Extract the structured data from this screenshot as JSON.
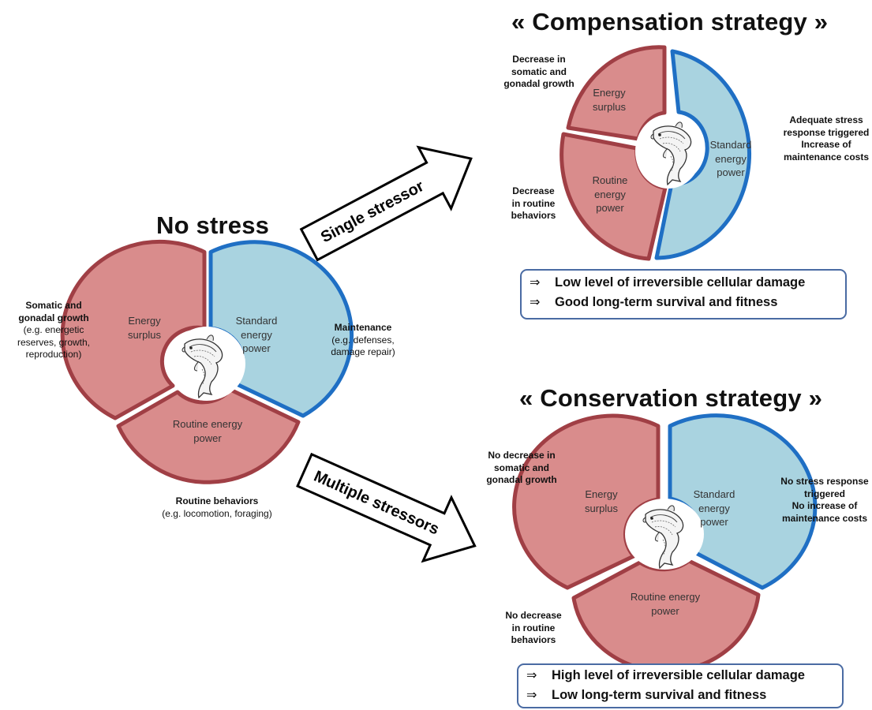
{
  "colors": {
    "red_fill": "#d98c8c",
    "red_stroke": "#a03f45",
    "blue_fill": "#a9d3e0",
    "blue_stroke": "#1f6fc4",
    "box_border": "#4a6ba3"
  },
  "center_icon": "fish-icon",
  "no_stress": {
    "title": "No stress",
    "slices": {
      "energy_surplus": [
        "Energy",
        "surplus"
      ],
      "standard": [
        "Standard",
        "energy",
        "power"
      ],
      "routine": [
        "Routine energy",
        "power"
      ]
    },
    "left_label": {
      "bold": [
        "Somatic  and",
        "gonadal growth"
      ],
      "normal": [
        "(e.g. energetic",
        "reserves, growth,",
        "reproduction)"
      ]
    },
    "right_label": {
      "bold": [
        "Maintenance"
      ],
      "normal": [
        "(e.g. defenses,",
        "damage repair)"
      ]
    },
    "bottom_label": {
      "bold": [
        "Routine behaviors"
      ],
      "normal": [
        "(e.g. locomotion, foraging)"
      ]
    }
  },
  "arrows": {
    "single": "Single stressor",
    "multiple": "Multiple stressors"
  },
  "compensation": {
    "title": "« Compensation strategy »",
    "slices": {
      "energy_surplus": [
        "Energy",
        "surplus"
      ],
      "standard": [
        "Standard",
        "energy",
        "power"
      ],
      "routine": [
        "Routine",
        "energy",
        "power"
      ]
    },
    "label_top_left": [
      "Decrease in",
      "somatic  and",
      "gonadal growth"
    ],
    "label_left": [
      "Decrease",
      "in routine",
      "behaviors"
    ],
    "label_right": [
      "Adequate stress",
      "response triggered",
      "Increase of",
      "maintenance costs"
    ],
    "outcomes": [
      "Low level of irreversible cellular damage",
      "Good long-term survival and fitness"
    ]
  },
  "conservation": {
    "title": "« Conservation strategy »",
    "slices": {
      "energy_surplus": [
        "Energy",
        "surplus"
      ],
      "standard": [
        "Standard",
        "energy",
        "power"
      ],
      "routine": [
        "Routine energy",
        "power"
      ]
    },
    "label_top_left": [
      "No decrease in",
      "somatic  and",
      "gonadal growth"
    ],
    "label_bottom_left": [
      "No decrease",
      "in routine",
      "behaviors"
    ],
    "label_right": [
      "No stress response",
      "triggered",
      "No increase of",
      "maintenance costs"
    ],
    "outcomes": [
      "High level of irreversible cellular damage",
      "Low long-term survival and fitness"
    ]
  }
}
